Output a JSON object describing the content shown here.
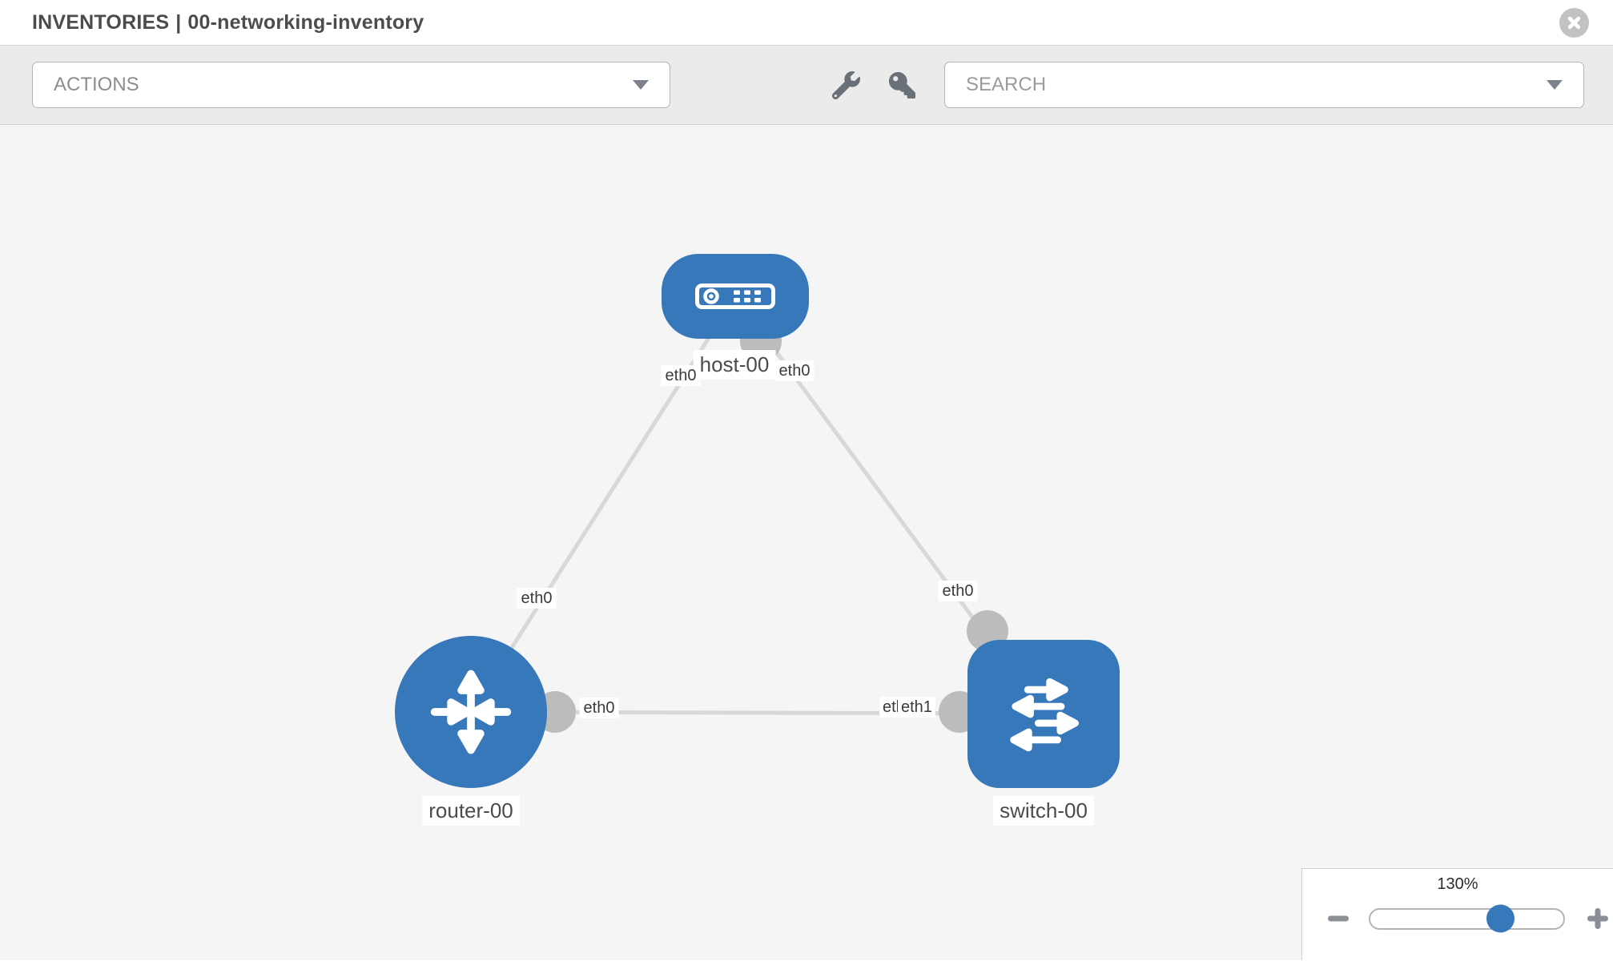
{
  "header": {
    "section": "INVENTORIES",
    "separator": "|",
    "inventory_name": "00-networking-inventory"
  },
  "toolbar": {
    "actions_label": "ACTIONS",
    "search_label": "SEARCH"
  },
  "topology": {
    "nodes": [
      {
        "id": "host-00",
        "type": "host",
        "label": "host-00"
      },
      {
        "id": "router-00",
        "type": "router",
        "label": "router-00"
      },
      {
        "id": "switch-00",
        "type": "switch",
        "label": "switch-00"
      }
    ],
    "links": [
      {
        "from": "host-00",
        "to": "router-00",
        "from_interface": "eth0",
        "to_interface": "eth0"
      },
      {
        "from": "host-00",
        "to": "switch-00",
        "from_interface": "eth0",
        "to_interface": "eth0"
      },
      {
        "from": "router-00",
        "to": "switch-00",
        "from_interface": "eth0",
        "to_interface": "eth1"
      }
    ],
    "interface_labels": {
      "host_left": "eth0",
      "host_right": "eth0",
      "router_top": "eth0",
      "router_right": "eth0",
      "switch_top": "eth0",
      "switch_left_back": "eth0",
      "switch_left_front": "eth1"
    }
  },
  "zoom_control": {
    "level": "130%",
    "value_percent": 130,
    "zoom_out_icon": "minus",
    "zoom_in_icon": "plus"
  },
  "icons": {
    "close": "x-in-circle",
    "tools": "wrench",
    "credentials": "key",
    "dropdown": "caret-down"
  },
  "colors": {
    "node_fill": "#3778ba",
    "link_line": "#d8d8d8",
    "interface_dot": "#bcbcbc",
    "canvas_bg": "#f5f5f5",
    "toolbar_bg": "#ebebeb",
    "slider_thumb": "#3778ba"
  }
}
